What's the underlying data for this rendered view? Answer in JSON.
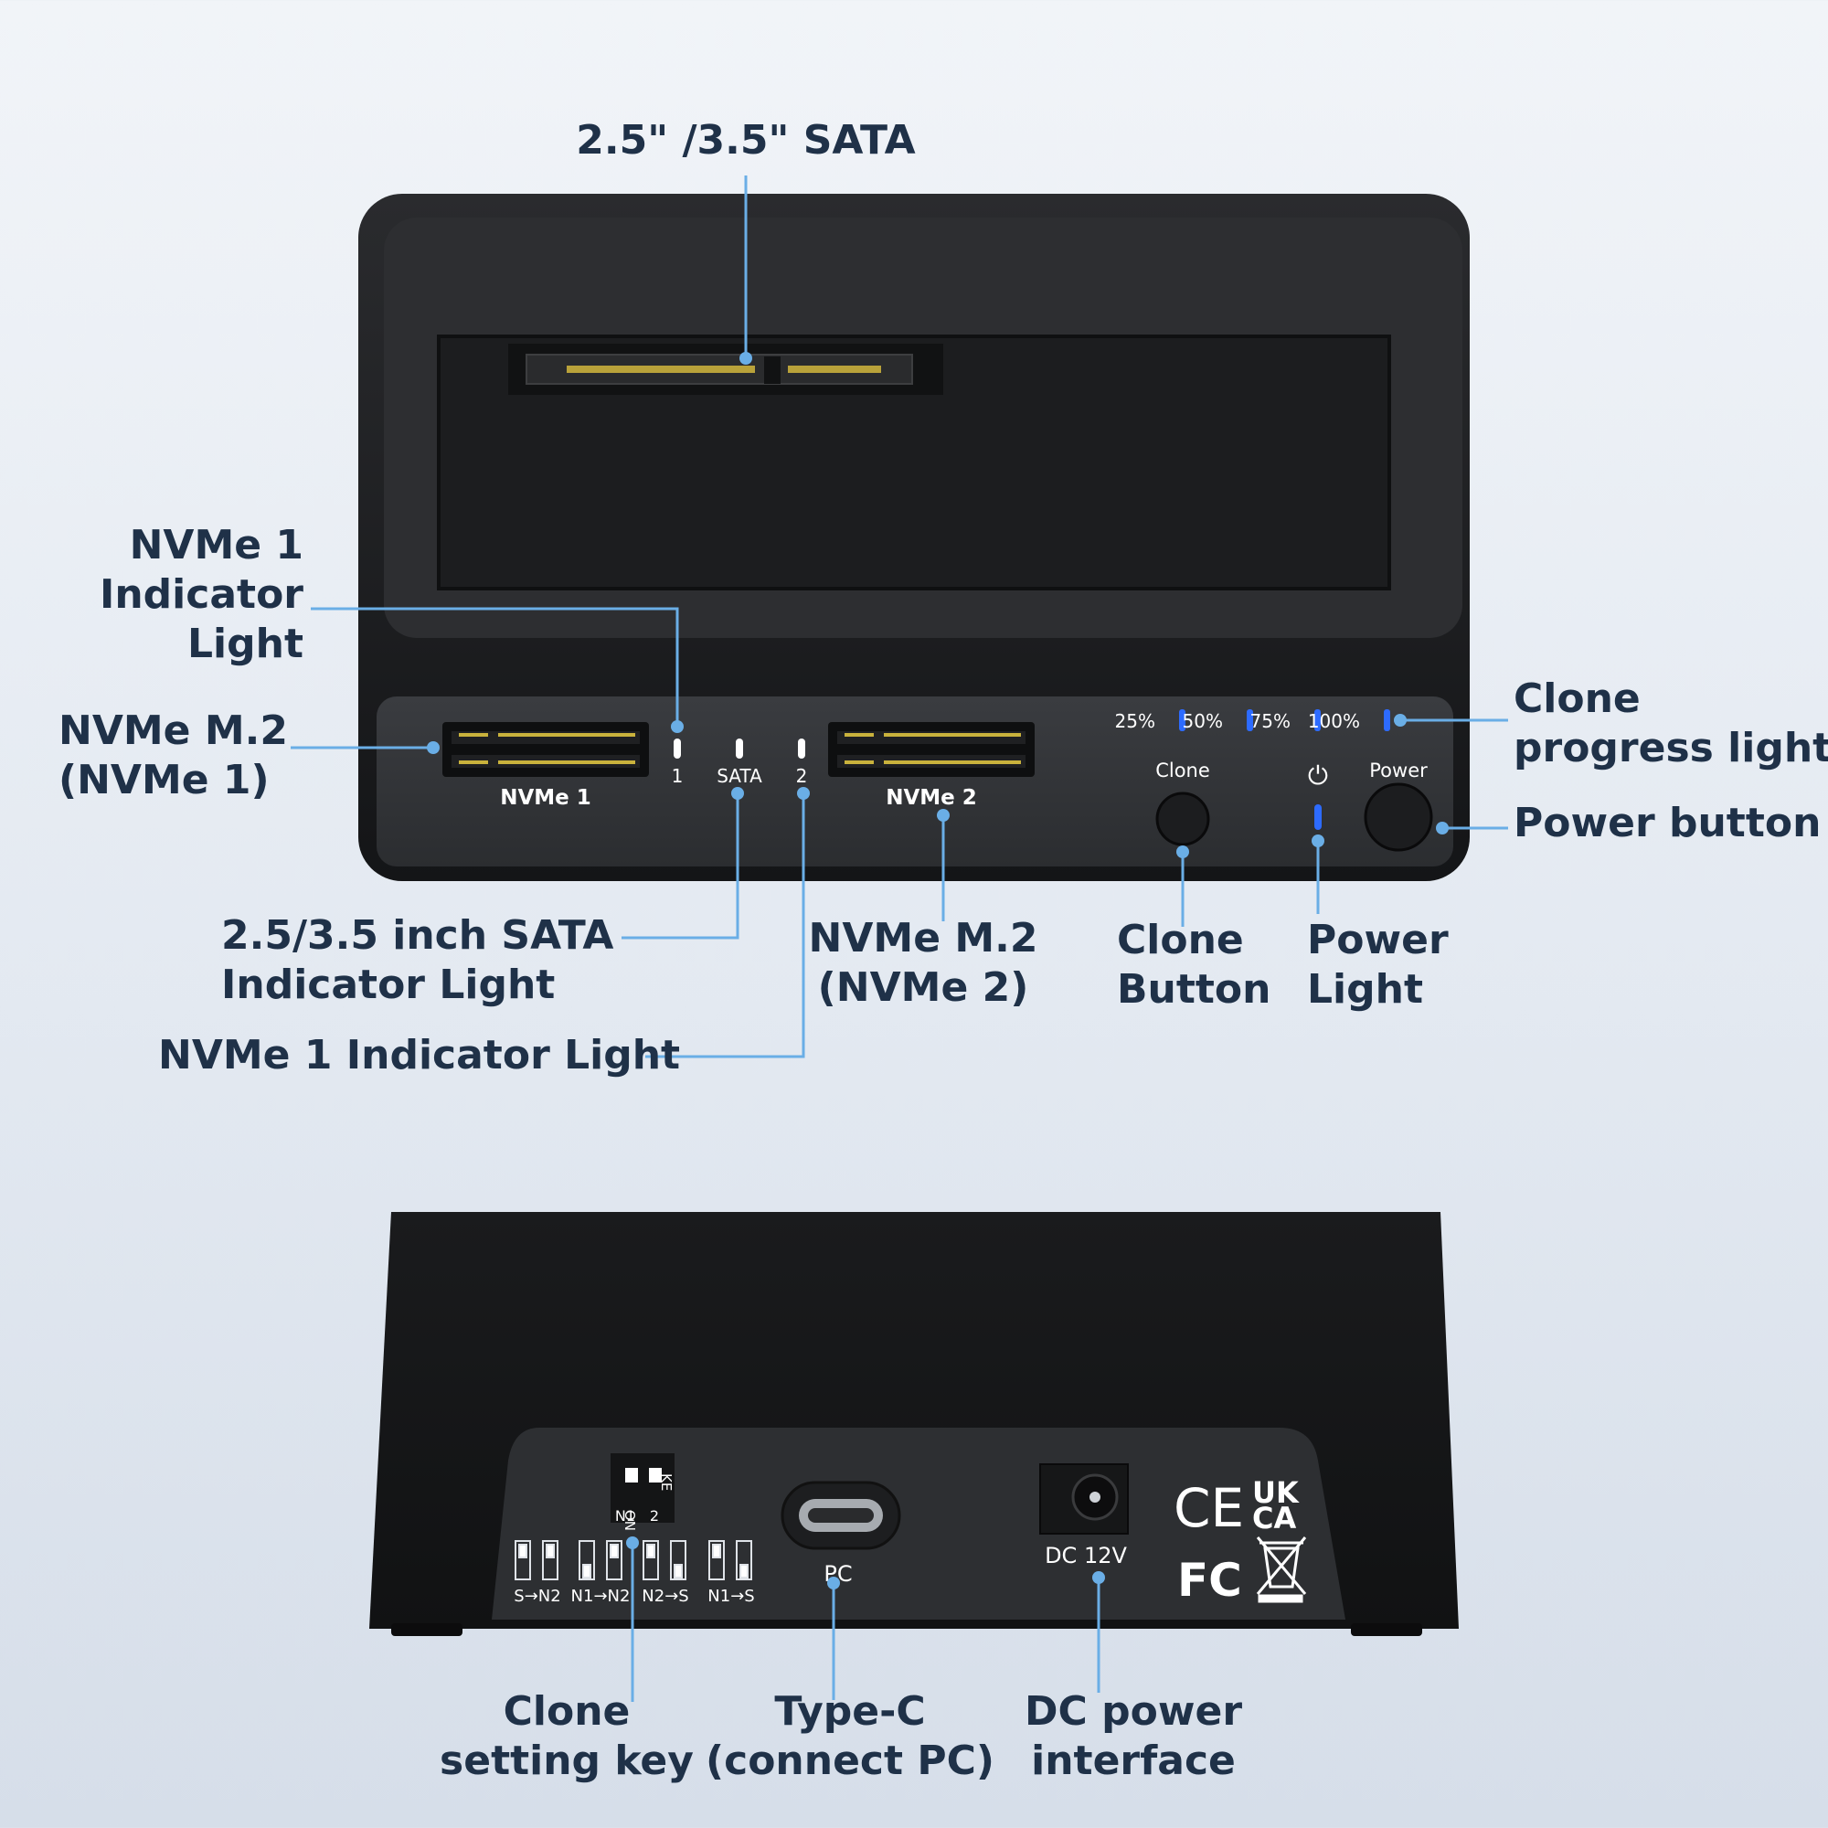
{
  "device": {
    "front_labels": {
      "nvme1_slot": "NVMe 1",
      "nvme2_slot": "NVMe 2",
      "indicator_1": "1",
      "indicator_sata": "SATA",
      "indicator_2": "2",
      "progress_25": "25%",
      "progress_50": "50%",
      "progress_75": "75%",
      "progress_100": "100%",
      "clone": "Clone",
      "power": "Power",
      "power_symbol": "⏻"
    },
    "rear_labels": {
      "dip_on": "ON",
      "dip_ke": "KE",
      "dip_n1": "N1",
      "dip_2": "2",
      "mode_s_n2": "S→N2",
      "mode_n1_n2": "N1→N2",
      "mode_n2_s": "N2→S",
      "mode_n1_s": "N1→S",
      "pc": "PC",
      "dc": "DC 12V",
      "ce": "CE",
      "uk": "UK",
      "ca": "CA",
      "fc": "FC"
    }
  },
  "callouts": {
    "sata_bay": "2.5\" /3.5\" SATA",
    "nvme1_light": [
      "NVMe 1",
      "Indicator",
      "Light"
    ],
    "nvme_m2_1": [
      "NVMe M.2",
      "(NVMe 1)"
    ],
    "sata_light": [
      "2.5/3.5 inch SATA",
      "Indicator Light"
    ],
    "nvme1_light_bottom": "NVMe 1 Indicator Light",
    "nvme_m2_2": [
      "NVMe M.2",
      "(NVMe 2)"
    ],
    "clone_button": [
      "Clone",
      "Button"
    ],
    "power_light": [
      "Power",
      "Light"
    ],
    "clone_progress": [
      "Clone",
      "progress light"
    ],
    "power_button": "Power button",
    "clone_key": [
      "Clone",
      "setting key"
    ],
    "type_c": [
      "Type-C",
      "(connect PC)"
    ],
    "dc_power": [
      "DC power",
      "interface"
    ]
  },
  "colors": {
    "device_body": "#1b1c1e",
    "panel": "#2e3033",
    "callout_line": "#6aaee6",
    "led_blue": "#2d6bff",
    "label_text": "#1f3148"
  }
}
